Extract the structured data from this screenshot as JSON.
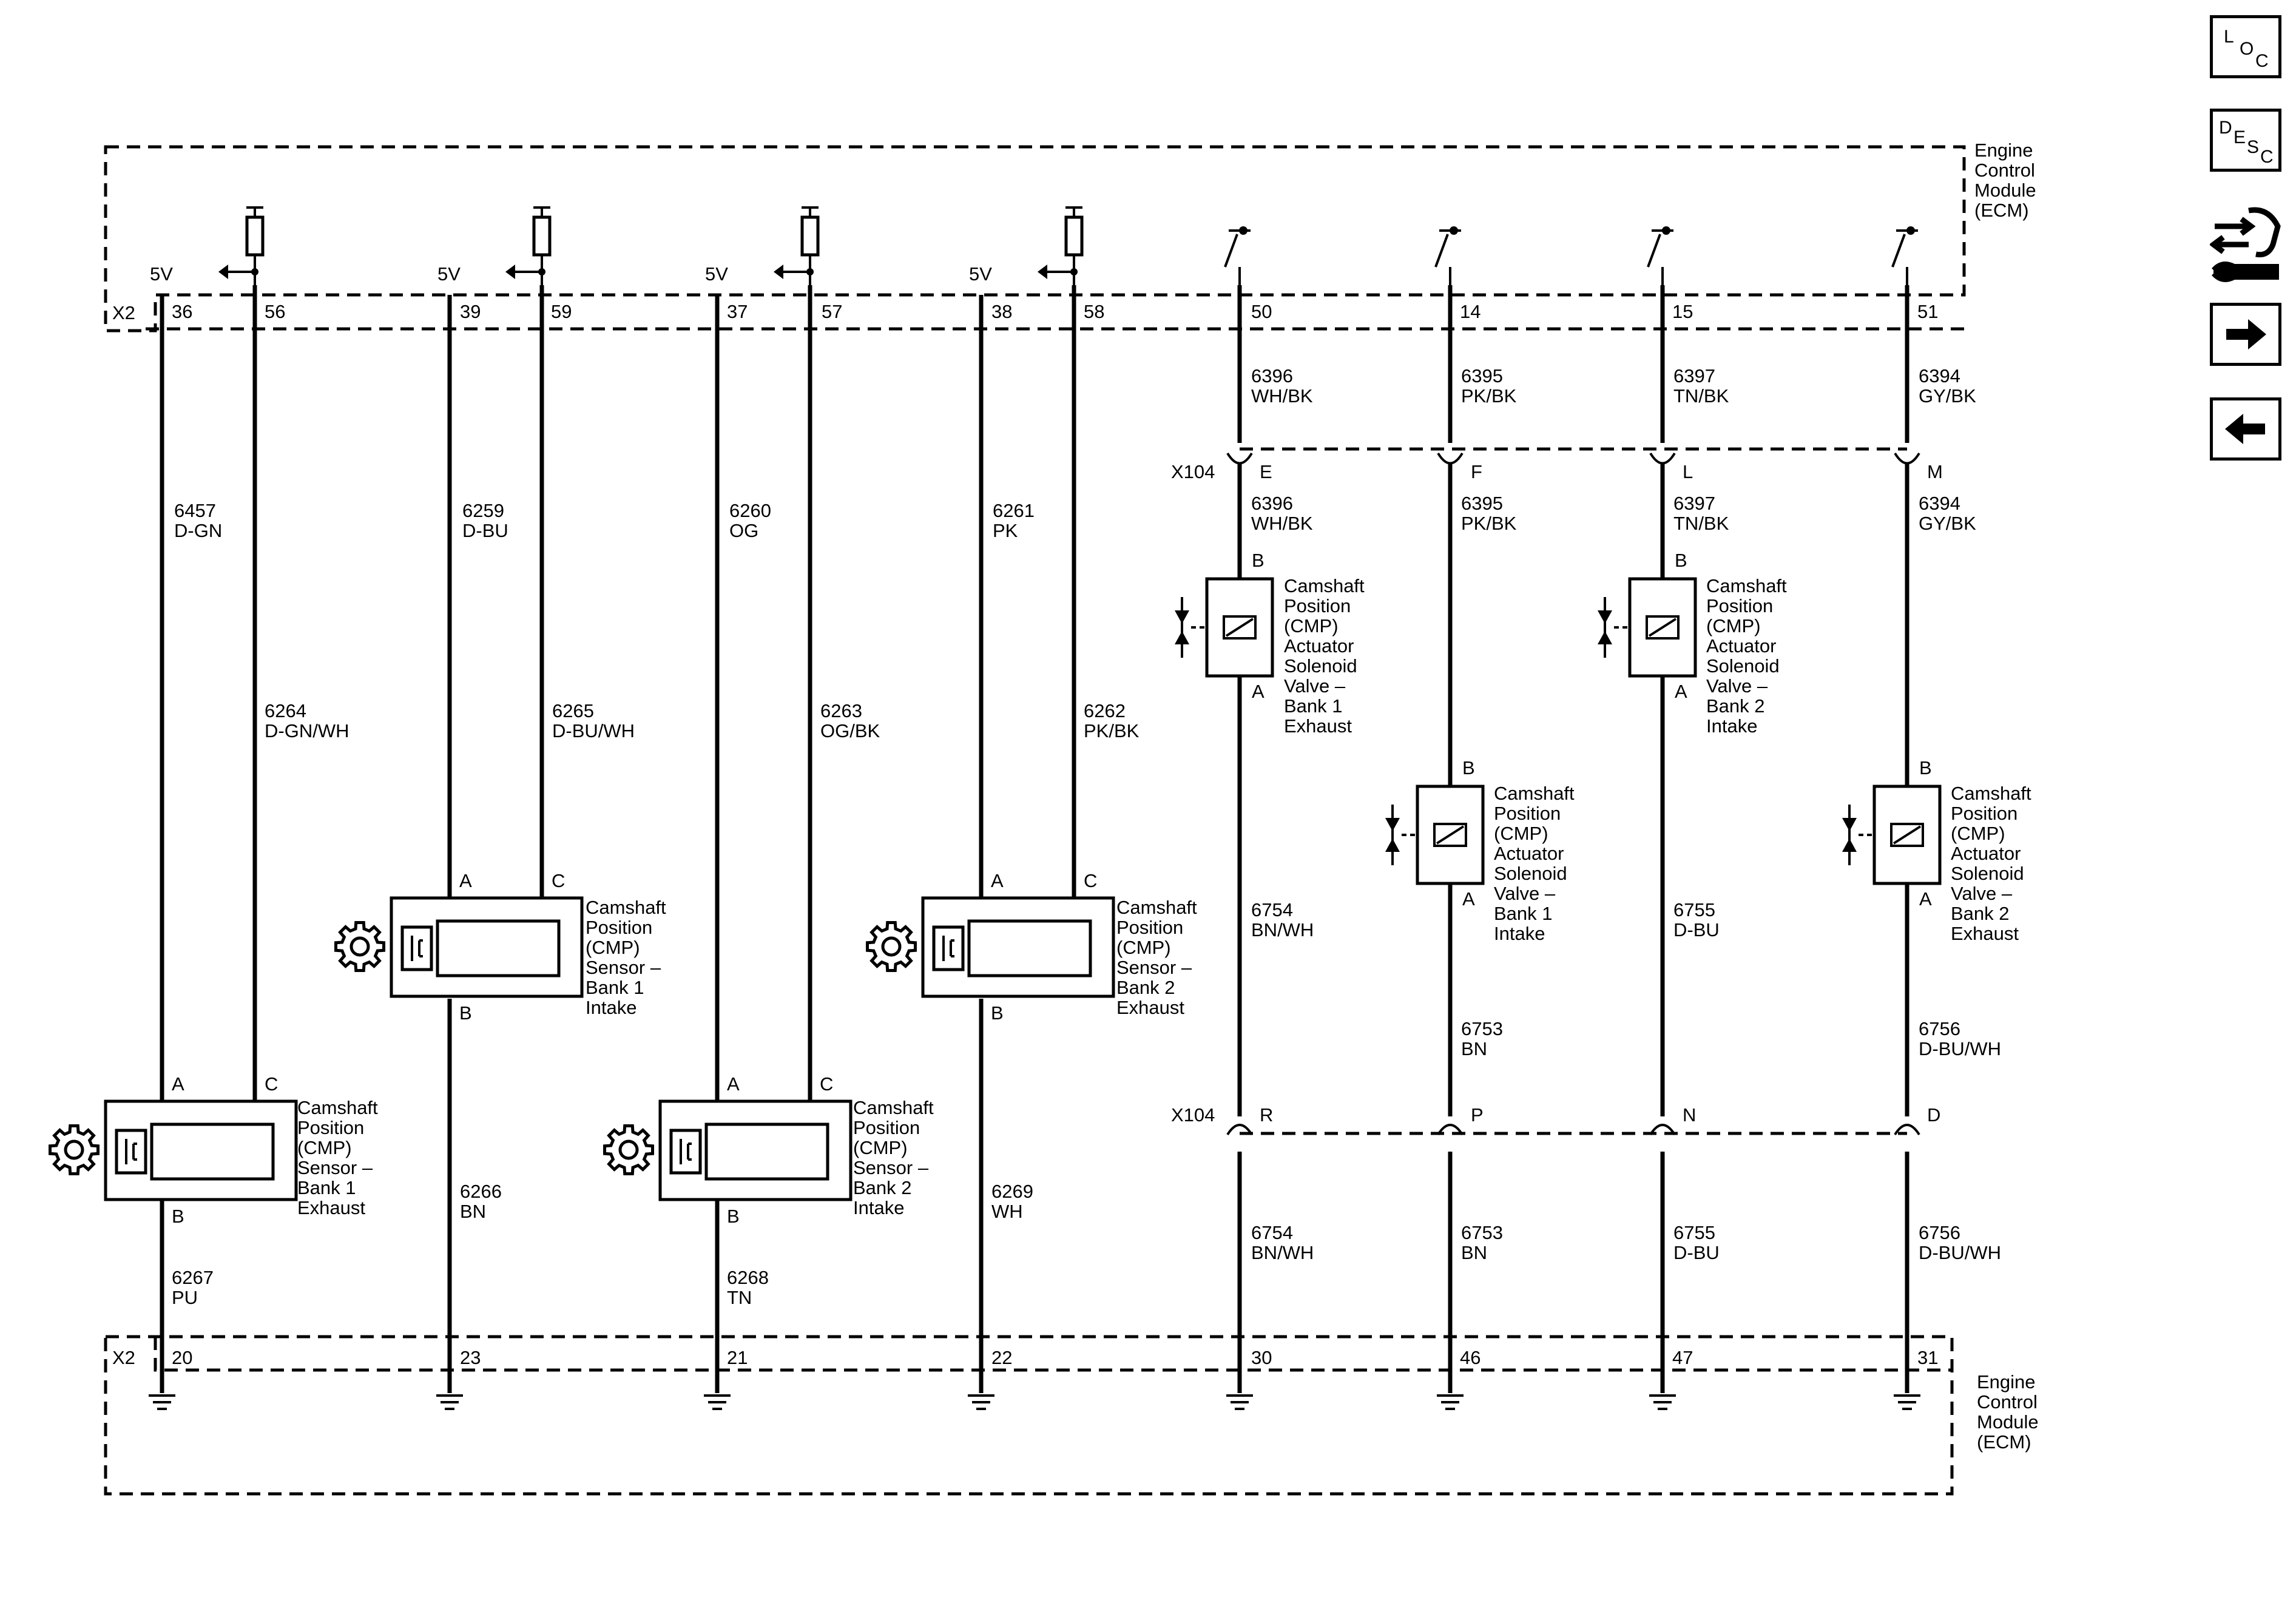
{
  "module": {
    "label": "Engine Control Module (ECM)",
    "lines": [
      "Engine",
      "Control",
      "Module",
      "(ECM)"
    ]
  },
  "connectors": {
    "x2": "X2",
    "x104": "X104"
  },
  "volt": "5V",
  "top_pins": [
    "36",
    "56",
    "39",
    "59",
    "37",
    "57",
    "38",
    "58",
    "50",
    "14",
    "15",
    "51"
  ],
  "bottom_pins": [
    "20",
    "23",
    "21",
    "22",
    "30",
    "46",
    "47",
    "31"
  ],
  "wires": {
    "w6457": [
      "6457",
      "D-GN"
    ],
    "w6264": [
      "6264",
      "D-GN/WH"
    ],
    "w6267": [
      "6267",
      "PU"
    ],
    "w6259": [
      "6259",
      "D-BU"
    ],
    "w6265": [
      "6265",
      "D-BU/WH"
    ],
    "w6266": [
      "6266",
      "BN"
    ],
    "w6260": [
      "6260",
      "OG"
    ],
    "w6263": [
      "6263",
      "OG/BK"
    ],
    "w6268": [
      "6268",
      "TN"
    ],
    "w6261": [
      "6261",
      "PK"
    ],
    "w6262": [
      "6262",
      "PK/BK"
    ],
    "w6269": [
      "6269",
      "WH"
    ],
    "w6396a": [
      "6396",
      "WH/BK"
    ],
    "w6396b": [
      "6396",
      "WH/BK"
    ],
    "w6395a": [
      "6395",
      "PK/BK"
    ],
    "w6395b": [
      "6395",
      "PK/BK"
    ],
    "w6397a": [
      "6397",
      "TN/BK"
    ],
    "w6397b": [
      "6397",
      "TN/BK"
    ],
    "w6394a": [
      "6394",
      "GY/BK"
    ],
    "w6394b": [
      "6394",
      "GY/BK"
    ],
    "w6754a": [
      "6754",
      "BN/WH"
    ],
    "w6754b": [
      "6754",
      "BN/WH"
    ],
    "w6753a": [
      "6753",
      "BN"
    ],
    "w6753b": [
      "6753",
      "BN"
    ],
    "w6755a": [
      "6755",
      "D-BU"
    ],
    "w6755b": [
      "6755",
      "D-BU"
    ],
    "w6756a": [
      "6756",
      "D-BU/WH"
    ],
    "w6756b": [
      "6756",
      "D-BU/WH"
    ]
  },
  "x104_top_pins": [
    "E",
    "F",
    "L",
    "M"
  ],
  "x104_bottom_pins": [
    "R",
    "P",
    "N",
    "D"
  ],
  "pin_letters": {
    "a": "A",
    "b": "B",
    "c": "C"
  },
  "sensors": {
    "b1_exhaust": [
      "Camshaft",
      "Position",
      "(CMP)",
      "Sensor –",
      "Bank 1",
      "Exhaust"
    ],
    "b1_intake": [
      "Camshaft",
      "Position",
      "(CMP)",
      "Sensor –",
      "Bank 1",
      "Intake"
    ],
    "b2_intake": [
      "Camshaft",
      "Position",
      "(CMP)",
      "Sensor –",
      "Bank 2",
      "Intake"
    ],
    "b2_exhaust": [
      "Camshaft",
      "Position",
      "(CMP)",
      "Sensor –",
      "Bank 2",
      "Exhaust"
    ]
  },
  "solenoids": {
    "b1_exhaust": [
      "Camshaft",
      "Position",
      "(CMP)",
      "Actuator",
      "Solenoid",
      "Valve –",
      "Bank 1",
      "Exhaust"
    ],
    "b1_intake": [
      "Camshaft",
      "Position",
      "(CMP)",
      "Actuator",
      "Solenoid",
      "Valve –",
      "Bank 1",
      "Intake"
    ],
    "b2_intake": [
      "Camshaft",
      "Position",
      "(CMP)",
      "Actuator",
      "Solenoid",
      "Valve –",
      "Bank 2",
      "Intake"
    ],
    "b2_exhaust": [
      "Camshaft",
      "Position",
      "(CMP)",
      "Actuator",
      "Solenoid",
      "Valve –",
      "Bank 2",
      "Exhaust"
    ]
  },
  "nav": {
    "loc": [
      "L",
      "O",
      "C"
    ],
    "desc": [
      "D",
      "E",
      "S",
      "C"
    ],
    "icons": [
      "connector-wrench-icon",
      "arrow-right-icon",
      "arrow-left-icon"
    ]
  }
}
